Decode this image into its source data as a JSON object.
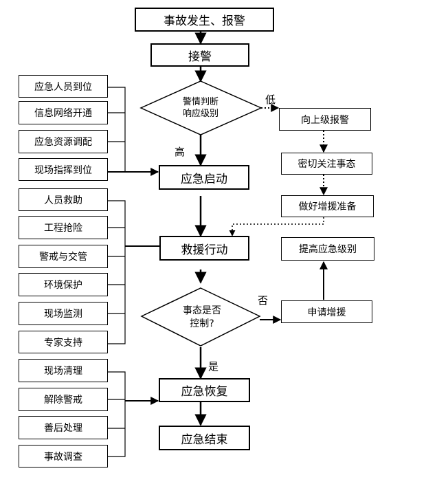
{
  "main_steps": {
    "start": "事故发生、报警",
    "receive": "接警",
    "activate": "应急启动",
    "rescue": "救援行动",
    "recover": "应急恢复",
    "end": "应急结束"
  },
  "decisions": {
    "level": [
      "警情判断",
      "响应级别"
    ],
    "control": [
      "事态是否",
      "控制?"
    ]
  },
  "branch_labels": {
    "low": "低",
    "high": "高",
    "no": "否",
    "yes": "是"
  },
  "right_steps": {
    "report_up": "向上级报警",
    "monitor": "密切关注事态",
    "prepare": "做好增援准备",
    "raise": "提高应急级别",
    "request": "申请增援"
  },
  "group_activate": [
    "应急人员到位",
    "信息网络开通",
    "应急资源调配",
    "现场指挥到位"
  ],
  "group_rescue": [
    "人员救助",
    "工程抢险",
    "警戒与交管",
    "环境保护",
    "现场监测",
    "专家支持"
  ],
  "group_recover": [
    "现场清理",
    "解除警戒",
    "善后处理",
    "事故调查"
  ]
}
